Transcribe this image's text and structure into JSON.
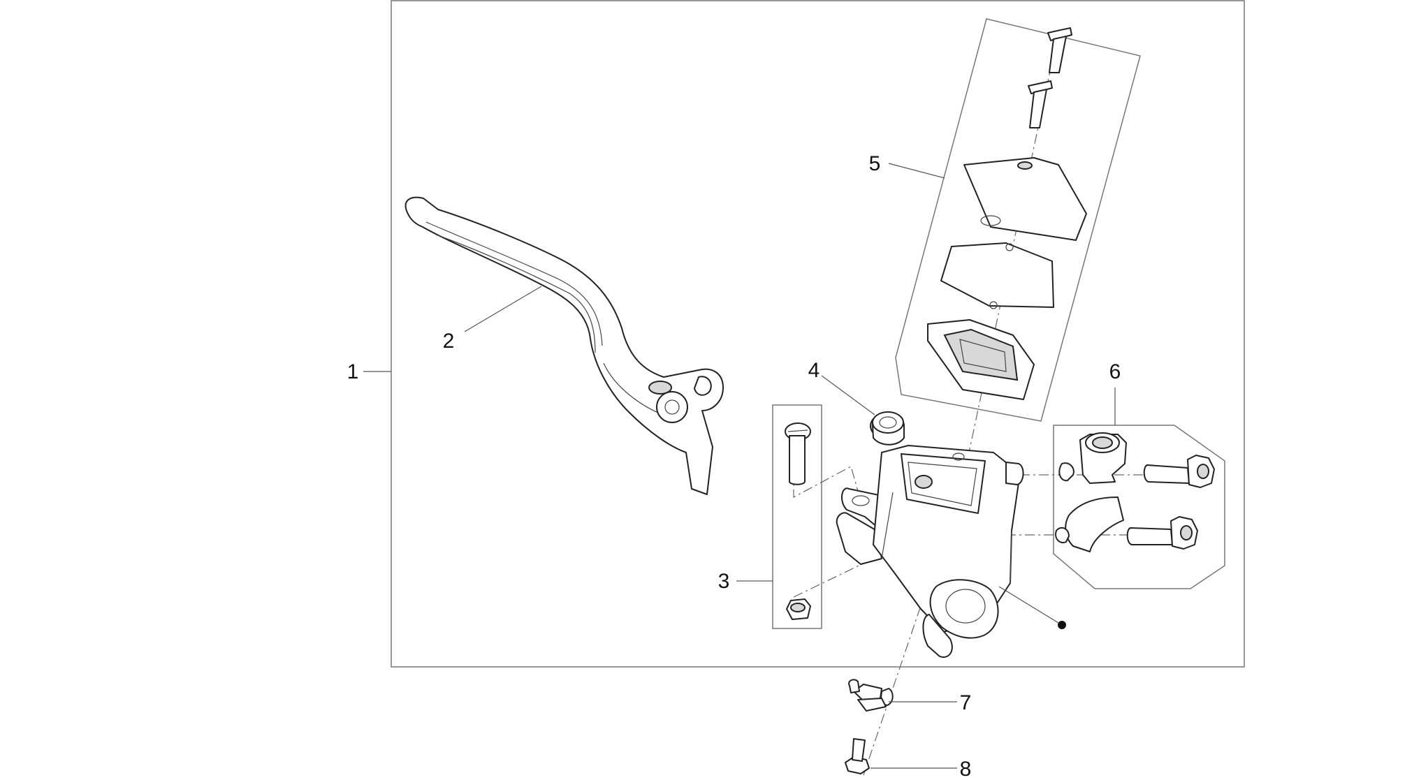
{
  "callouts": {
    "c1": "1",
    "c2": "2",
    "c3": "3",
    "c4": "4",
    "c5": "5",
    "c6": "6",
    "c7": "7",
    "c8": "8"
  },
  "colors": {
    "line": "#222222",
    "frame": "#777777",
    "background": "#ffffff"
  }
}
